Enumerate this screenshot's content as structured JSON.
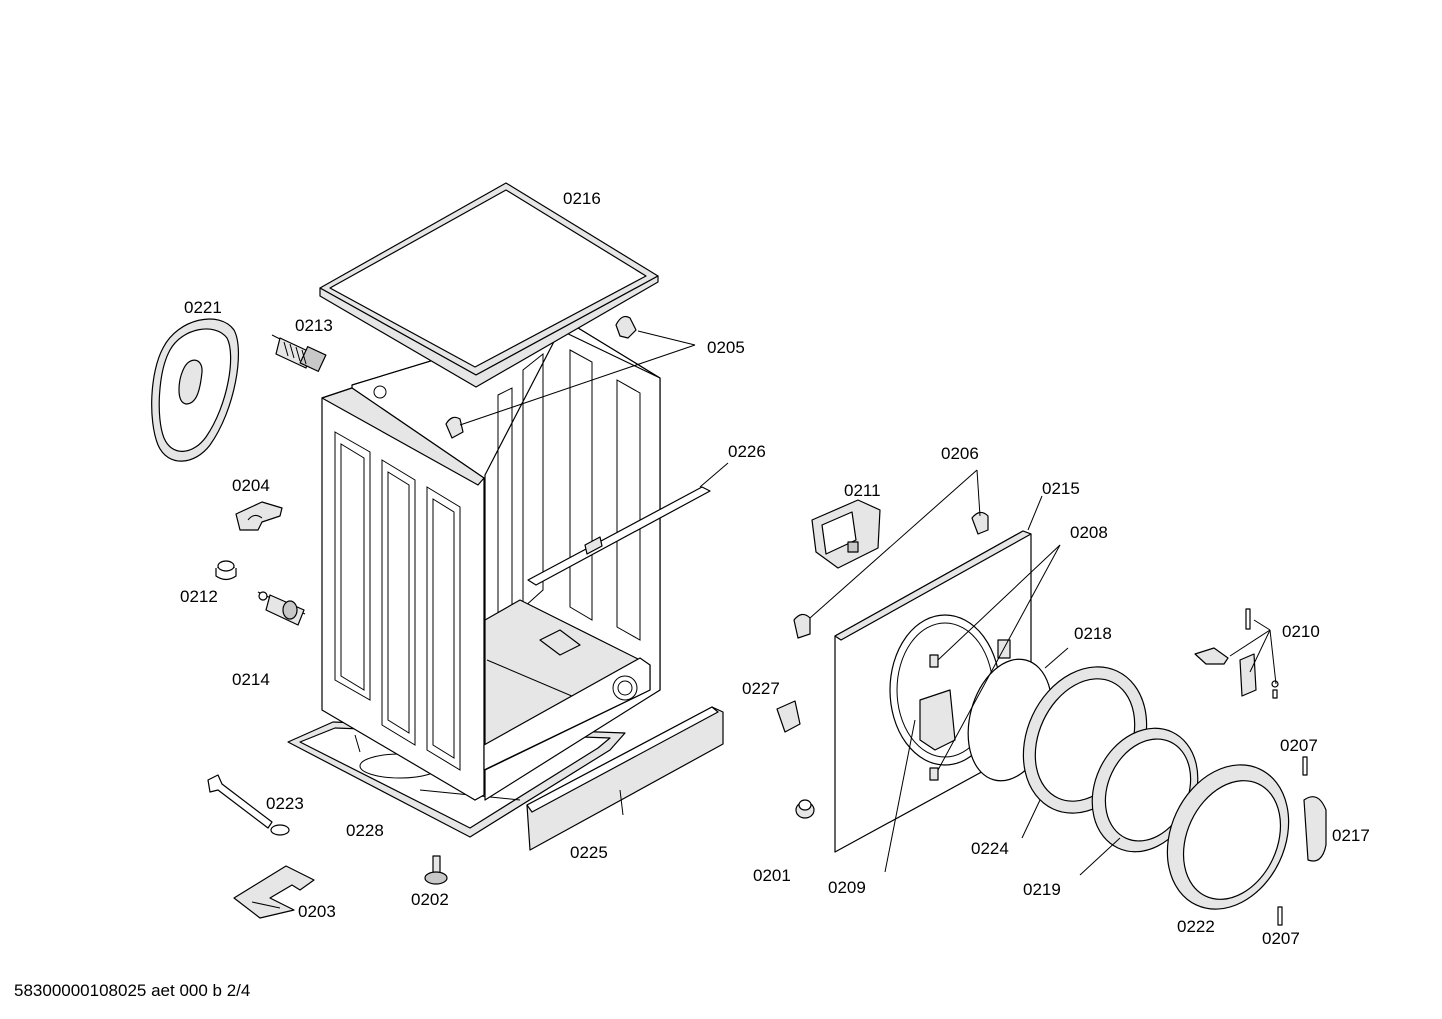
{
  "labels": {
    "p0201": "0201",
    "p0202": "0202",
    "p0203": "0203",
    "p0204": "0204",
    "p0205": "0205",
    "p0206": "0206",
    "p0207a": "0207",
    "p0207b": "0207",
    "p0208": "0208",
    "p0209": "0209",
    "p0210": "0210",
    "p0211": "0211",
    "p0212": "0212",
    "p0213": "0213",
    "p0214": "0214",
    "p0215": "0215",
    "p0216": "0216",
    "p0217": "0217",
    "p0218": "0218",
    "p0219": "0219",
    "p0221": "0221",
    "p0222": "0222",
    "p0223": "0223",
    "p0224": "0224",
    "p0225": "0225",
    "p0226": "0226",
    "p0227": "0227",
    "p0228": "0228"
  },
  "footer": "58300000108025 aet 000 b 2/4"
}
